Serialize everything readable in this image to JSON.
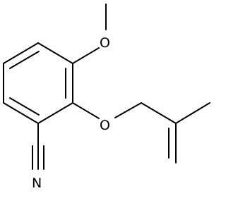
{
  "molecule": {
    "atoms": {
      "methoxy_oxygen": "O",
      "ether_oxygen": "O",
      "nitrile_nitrogen": "N"
    }
  },
  "colors": {
    "background": "#ffffff",
    "bonds": "#000000",
    "labels": "#000000"
  }
}
